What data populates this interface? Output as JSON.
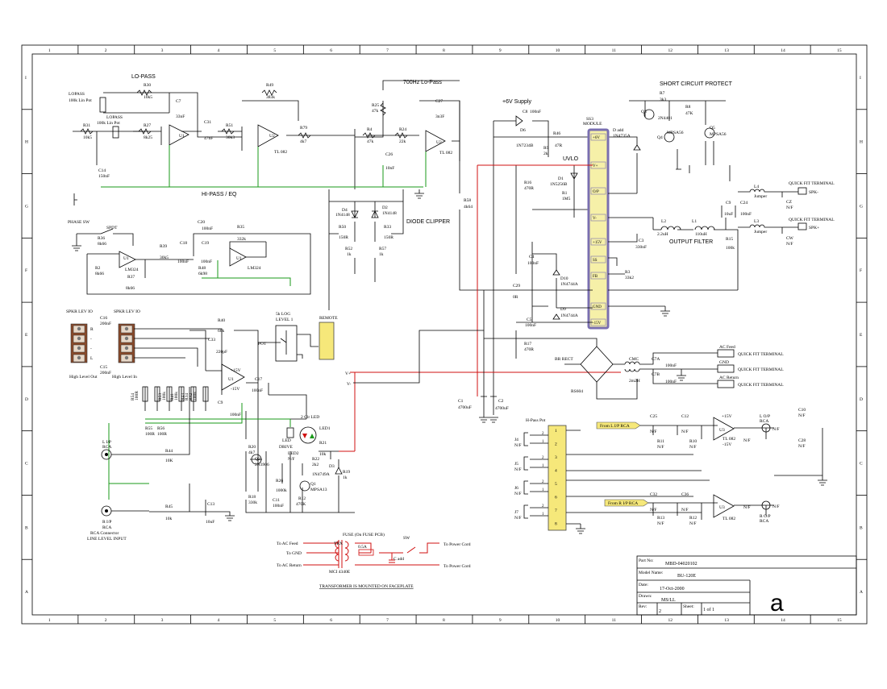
{
  "zone_columns": [
    "1",
    "2",
    "3",
    "4",
    "5",
    "6",
    "7",
    "8",
    "9",
    "10",
    "11",
    "12",
    "13",
    "14",
    "15"
  ],
  "zone_rows": [
    "I",
    "H",
    "G",
    "F",
    "E",
    "D",
    "C",
    "B",
    "A"
  ],
  "sections": {
    "lopass": "LO-PASS",
    "hipass": "HI-PASS / EQ",
    "lp700": "700Hz Lo-Pass",
    "supply6v": "+6V Supply",
    "scp": "SHORT CIRCUIT PROTECT",
    "clipper": "DIODE CLIPPER",
    "outfilter": "OUTPUT FILTER",
    "uvlo": "UVLO",
    "transformer_note": "TRANSFORMER IS MOUNTED ON FACEPLATE"
  },
  "module": {
    "title1": "SS3",
    "title2": "MODULE",
    "pins": [
      "+6V",
      "V+",
      "O/P",
      "V-",
      "+15V",
      "SS",
      "FB",
      "GND",
      "-15V"
    ]
  },
  "terminals": {
    "spk_minus": "SPK-",
    "spk_plus": "SPK+",
    "quick_fit": "QUICK FIT TERMINAL",
    "ac_feed": "AC Feed",
    "gnd": "GND",
    "ac_return": "AC Return"
  },
  "input": {
    "spkr_out": "SPKR LEV IO",
    "spkr_in": "SPKR LEV IO",
    "high_out": "High Level Out",
    "high_in": "High Level In",
    "lip": "L I/P",
    "rip": "R I/P",
    "rca": "RCA",
    "rca_connector": "RCA Connector",
    "line_level": "LINE LEVEL INPUT",
    "remote": "REMOTE",
    "pot": "POT",
    "log": "5k LOG",
    "level": "LEVEL 1",
    "led_title": "2 Clr LED",
    "led_drive": "LED",
    "led_drive2": "DRIVE"
  },
  "power": {
    "to_ac_feed": "To AC Feed",
    "to_gnd": "To GND",
    "to_ac_return": "To AC Return",
    "fuse": "FUSE (On FUSE PCB)",
    "fuse_val": "0.5A",
    "sw": "SW",
    "cadd": "C add",
    "to_power_cord": "To Power Cord",
    "trx": "TRX",
    "trx_part": "MCI 4340E"
  },
  "hipass_pot": {
    "title": "H-Pass Pot",
    "pins": [
      "1",
      "2",
      "3",
      "4",
      "5",
      "6",
      "7",
      "8"
    ],
    "from_l": "From L I/P RCA",
    "from_r": "From R I/P RCA"
  },
  "parts": {
    "R30": "R30",
    "R30v": "10k5",
    "R49": "R49",
    "R49v": "383k",
    "C7": "C7",
    "C7v": "33nF",
    "U1": "U1",
    "U2": "U2",
    "tl082": "TL 082",
    "lm324": "LM324",
    "R79": "R79",
    "R79v": "4k7",
    "R25": "R25",
    "R25v": "47k",
    "C27": "C27",
    "C27v": "3n3F",
    "R4": "R4",
    "R4v": "47k",
    "R24": "R24",
    "R24v": "22k",
    "C26": "C26",
    "C26v": "10nF",
    "C8": "C8",
    "C8v": "100nF",
    "D6": "D6",
    "D6v": "1N7234B",
    "R46": "R46",
    "R46v": "47R",
    "R9": "R9",
    "R9v": "2k",
    "Dadd": "D add",
    "Daddv": "1N4735A",
    "Q3": "Q3",
    "Q3v": "2N4401",
    "Q5": "Q5",
    "Q5v": "MPSA56",
    "Q4": "Q4",
    "Q4v": "MPSA56",
    "R7": "R7",
    "R7v": "3k3",
    "R8": "R8",
    "R8v": "47K",
    "L4": "L4",
    "L3": "L3",
    "jumper": "Jumper",
    "L2": "L2",
    "L2v": "2.2uH",
    "L1": "L1",
    "L1v": "110uH",
    "C9": "C9",
    "C9v": "10uF",
    "C24": "C24",
    "C24v": "100nF",
    "CZ": "CZ",
    "CW": "CW",
    "nf": "N/F",
    "R15": "R15",
    "R15v": "100k",
    "C3": "C3",
    "C3v": "330nF",
    "R3": "R3",
    "R3v": "33k2",
    "D1": "D1",
    "D1v": "1N5256B",
    "R16": "R16",
    "R16v": "470R",
    "R1": "R1",
    "R1v": "1M5",
    "C4": "C4",
    "C4v": "100nF",
    "D10": "D10",
    "D10v": "1N4744A",
    "D9": "D9",
    "D9v": "1N4744A",
    "C5": "C5",
    "C5v": "100nF",
    "C29": "C29",
    "C29v": "0R",
    "R17": "R17",
    "R17v": "470R",
    "R58": "R58",
    "R58v": "4k64",
    "D4": "D4",
    "D2": "D2",
    "d4148": "1N4148",
    "R50": "R50",
    "R33": "R33",
    "R150": "150R",
    "R52": "R52",
    "R57": "R57",
    "R1k": "1k",
    "bridge": "BR RECT",
    "bridge_part": "RS604",
    "cmc": "CMC",
    "cmcv": "2m2H",
    "C7A": "C7A",
    "C7B": "C7B",
    "C1": "C1",
    "C1v": "4700uF",
    "C2": "C2",
    "C2v": "4700uF",
    "R40": "R40",
    "R40v": "68k",
    "C33": "C33",
    "C33v": "220pF",
    "C17": "C17",
    "C17v": "100nF",
    "p15": "+15V",
    "m15": "-15V",
    "vplus": "V+",
    "vminus": "V-",
    "R44": "R44",
    "R44v": "10K",
    "R45": "R45",
    "R45v": "10k",
    "C13": "C13",
    "C13v": "10uF",
    "Q2": "Q2",
    "Q2v": "2N3906",
    "Q1": "Q1",
    "Q1v": "MPSA13",
    "D3": "D3",
    "D3v": "1N4749A",
    "R19": "R19",
    "R19v": "1k",
    "R21": "R21",
    "R21v": "10k",
    "R22": "R22",
    "R22v": "2k2",
    "R26": "R26",
    "R26v": "1000k",
    "R18": "R18",
    "R18v": "330k",
    "C11": "C11",
    "C11v": "100nF",
    "R12": "R12",
    "R12v": "470K",
    "R20": "R20",
    "R20v": "4k7",
    "LED1": "LED1",
    "LED2": "LED2",
    "C25": "C25",
    "C12": "C12",
    "C10": "C10",
    "C28": "C28",
    "C32": "C32",
    "C36": "C36",
    "R11": "R11",
    "R10": "R10",
    "R13": "R13",
    "R12b": "R12",
    "U3": "U3",
    "U3b": "U3",
    "lop": "L O/P",
    "rop": "R O/P",
    "J4": "J4",
    "J5": "J5",
    "J6": "J6",
    "J7": "J7",
    "R36": "R36",
    "R36v": "8k66",
    "R2": "R2",
    "R2v": "8k66",
    "R37": "R37",
    "R37v": "8k66",
    "R39": "R39",
    "R39v": "30k5",
    "C18": "C18",
    "C19": "C19",
    "C20": "C20",
    "c100n": "100nF",
    "R35": "R35",
    "R35v": "332k",
    "R48": "R48",
    "R48v": "6k98",
    "R31": "R31",
    "R31v": "10k5",
    "C14": "C14",
    "C14v": "150nF",
    "R27": "R27",
    "R27v": "8k25",
    "C31": "C31",
    "C31v": "47nF",
    "R51": "R51",
    "R51v": "30k3",
    "lopass_pot": "LOPASS",
    "lopass_pot2": "100k Lin Pot",
    "phase": "PHASE SW",
    "spdt": "SPDT",
    "C16": "C16",
    "C16v": "200nF",
    "C15": "C15",
    "C15v": "200nF",
    "R54": "R54",
    "R55": "R55",
    "R56": "R56",
    "R100": "100R",
    "R41": "R41",
    "R42": "R42",
    "R43": "R43",
    "R53": "R53",
    "R34": "R34",
    "R100k": "100k"
  },
  "title_block": {
    "part_no_label": "Part No:",
    "part_no": "MBD-04020102",
    "model_label": "Model Name:",
    "model": "BU-120E",
    "date_label": "Date:",
    "date": "17-Oct-2000",
    "drawn_label": "Drawn:",
    "drawn": "MS/LL",
    "rev_label": "Rev:",
    "rev": "2",
    "sheet_label": "Sheet:",
    "sheet": "1 of 1",
    "logo": "a"
  },
  "colors": {
    "ground_net": "#1a9a1a",
    "power_net": "#d01010",
    "module_fill": "#f6f0a8",
    "module_border": "#7a6fb0",
    "terminal_block": "#8a4a2a"
  }
}
